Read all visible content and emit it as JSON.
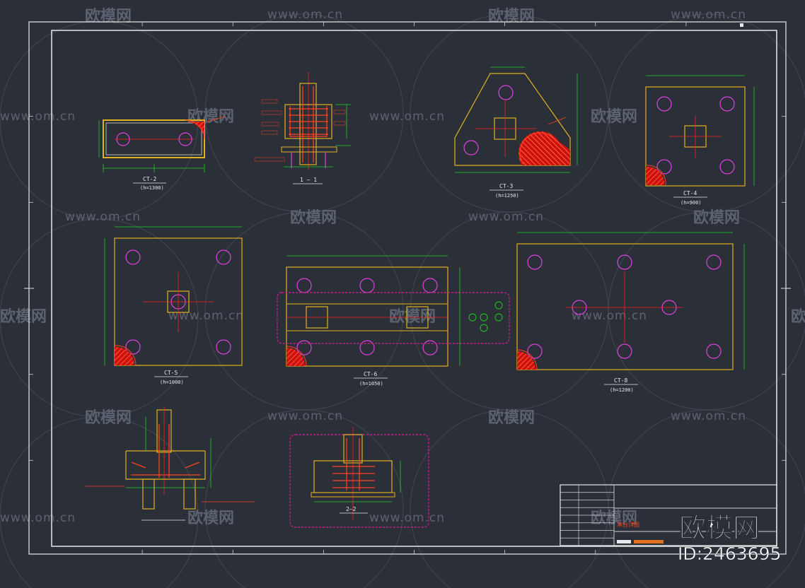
{
  "colors": {
    "background": "#2b2f38",
    "frame": "#e8e8e8",
    "outline": "#e0b020",
    "rebar": "#ff4020",
    "pile": "#e040e0",
    "dimension": "#20d020",
    "center": "#ff2020",
    "hatch": "#d01010",
    "text": "#e6e6e6",
    "cloud": "#c0208a",
    "watermark": "#5c6270"
  },
  "watermark": {
    "brand": "欧模网",
    "site": "www.om.cn"
  },
  "drawings": {
    "ct2": {
      "name": "CT-2",
      "h": "(h=1300)"
    },
    "sec11": {
      "name": "1 — 1"
    },
    "ct3": {
      "name": "CT-3",
      "h": "(h=1250)"
    },
    "ct4": {
      "name": "CT-4",
      "h": "(h=900)"
    },
    "ct5": {
      "name": "CT-5",
      "h": "(h=1000)"
    },
    "ct6": {
      "name": "CT-6",
      "h": "(h=1050)"
    },
    "ct8": {
      "name": "CT-8",
      "h": "(h=1200)"
    },
    "sec22": {
      "name": "2—2"
    }
  },
  "title_block": {
    "drawing_title": "承台详图"
  },
  "stamp": {
    "brand": "欧模网",
    "id": "ID:2463695"
  }
}
